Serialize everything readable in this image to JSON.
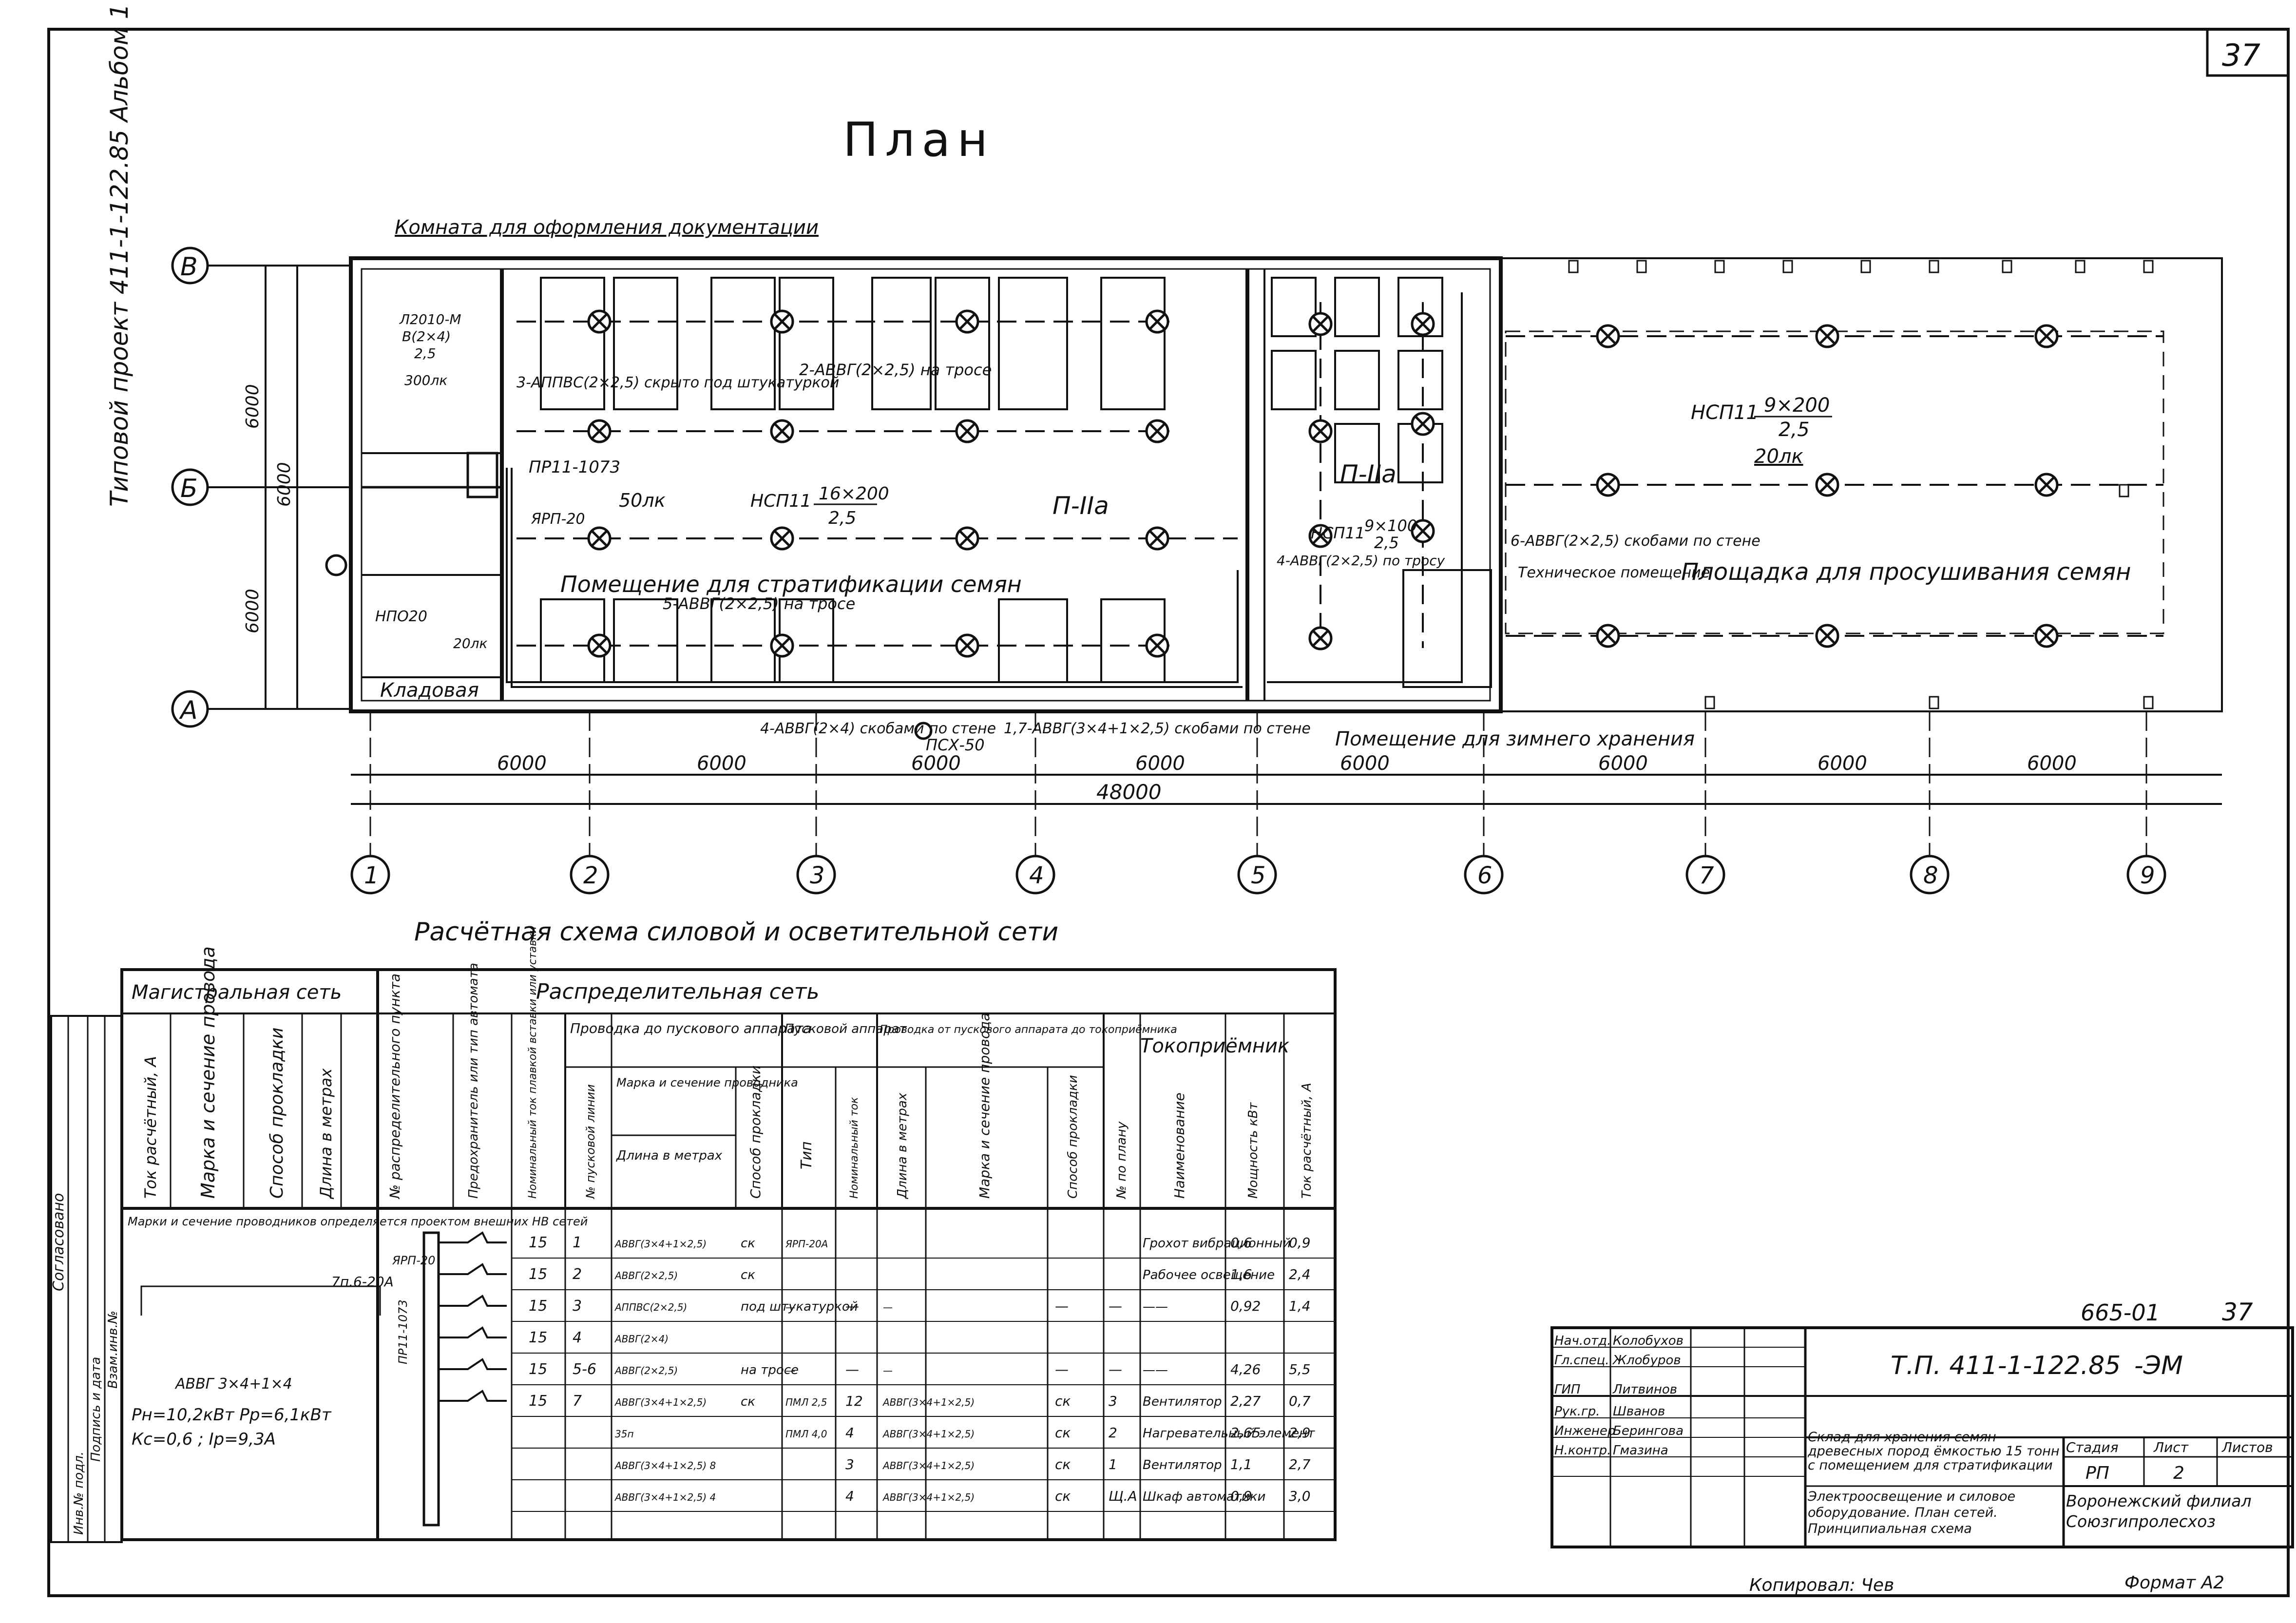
{
  "sheet_number_corner": "37",
  "side_note": "Типовой проект 411-1-122.85 Альбом 1",
  "plan": {
    "title": "План",
    "doc_room": "Комната для оформления документации",
    "storeroom": "Кладовая",
    "stratification_room": "Помещение для стратификации семян",
    "winter_storage": "Помещение для зимнего хранения",
    "drying_area": "Площадка для просушивания семян",
    "technical_room": "Техническое помещение",
    "room_class_a": "П-IIа",
    "room_class_d": "П-IIа",
    "lamp_note_main": {
      "type": "НСП11",
      "fraction": "16×200",
      "height": "2,5"
    },
    "lamp_note_winter": {
      "type": "НСП11",
      "fraction": "9×100",
      "height": "2,5"
    },
    "lamp_note_drying": {
      "type": "НСП11",
      "fraction": "9×200",
      "height": "2,5",
      "lux": "20лк"
    },
    "lux_main": "50лк",
    "panel_label": "ПР11-1073",
    "yap_label": "ЯРП-20",
    "psh_label": "ПСХ-50",
    "lamp_box_label": "НПО20",
    "cable_labels": [
      "2-АВВГ(2×2,5) на тросе",
      "3-АППВС(2×2,5) скрыто под штукатуркой",
      "5-АВВГ(2×2,5) на тросе",
      "4-АВВГ(2×4) скобами по стене",
      "1,7-АВВГ(3×4+1×2,5) скобами по стене",
      "6-АВВГ(2×2,5) скобами по стене",
      "4-АВВГ(2×2,5) по тросу"
    ],
    "left_lamp_notes": [
      "Л2010-М",
      "В(2×4)",
      "2,5",
      "300лк",
      "20лк"
    ],
    "axes_letters": [
      "В",
      "Б",
      "А"
    ],
    "axes_numbers": [
      "1",
      "2",
      "3",
      "4",
      "5",
      "6",
      "7",
      "8",
      "9"
    ],
    "dim_spans": [
      "6000",
      "6000",
      "6000",
      "6000",
      "6000",
      "6000",
      "6000",
      "6000"
    ],
    "dim_total": "48000",
    "dim_vertical": [
      "6000",
      "6000",
      "6000"
    ]
  },
  "schema": {
    "title": "Расчётная схема силовой и осветительной сети",
    "group_main": "Магистральная сеть",
    "group_dist": "Распределительная сеть",
    "col_main": [
      "Ток расчётный, А",
      "Марка и сечение провода",
      "Способ прокладки",
      "Длина в метрах"
    ],
    "col_dist": [
      "№ распределительного пункта",
      "Предохранитель или тип автомата",
      "Номинальный ток плавкой вставки или уставки",
      "№ пусковой линии"
    ],
    "subgroup_1": "Проводка до пускового аппарата",
    "sub1_cols": [
      "Марка и сечение проводника",
      "Длина в метрах",
      "Способ прокладки"
    ],
    "subgroup_2": "Пусковой аппарат",
    "sub2_cols": [
      "Тип",
      "Номинальный ток"
    ],
    "subgroup_3": "Проводка от пускового аппарата до токоприёмника",
    "sub3_cols": [
      "Длина в метрах",
      "Марка и сечение провода",
      "Способ прокладки"
    ],
    "group_load": "Токоприёмник",
    "load_cols": [
      "№ по плану",
      "Наименование",
      "Мощность кВт",
      "Ток расчётный, А"
    ],
    "main_note": "Марки и сечение проводников определяется проектом внешних НВ сетей",
    "main_cable": "АВВГ 3×4+1×4",
    "calc_line1": "Рн=10,2кВт  Рр=6,1кВт",
    "calc_line2": "Кс=0,6 ;  Iр=9,3А",
    "panel_a": "ЯРП-20",
    "panel_b": "ПР11-1073",
    "panel_num": "7п.6-20А",
    "rows": [
      {
        "fuse": "15",
        "line": "1",
        "cable": "АВВГ(3×4+1×2,5)",
        "lay": "ск",
        "dev": "ЯРП-20А",
        "len2": "",
        "cable2": "",
        "lay2": "",
        "n": "",
        "name": "Грохот вибрационный",
        "kw": "0,6",
        "a": "0,9"
      },
      {
        "fuse": "15",
        "line": "2",
        "cable": "АВВГ(2×2,5)",
        "lay": "ск",
        "dev": "",
        "len2": "",
        "cable2": "",
        "lay2": "",
        "n": "",
        "name": "Рабочее освещение",
        "kw": "1,6",
        "a": "2,4"
      },
      {
        "fuse": "15",
        "line": "3",
        "cable": "АППВС(2×2,5)",
        "lay": "под штукатуркой",
        "dev": "—",
        "len2": "—",
        "cable2": "—",
        "lay2": "—",
        "n": "—",
        "name": "——",
        "kw": "0,92",
        "a": "1,4"
      },
      {
        "fuse": "15",
        "line": "4",
        "cable": "АВВГ(2×4)",
        "lay": "",
        "dev": "",
        "len2": "",
        "cable2": "",
        "lay2": "",
        "n": "",
        "name": "",
        "kw": "",
        "a": ""
      },
      {
        "fuse": "15",
        "line": "5-6",
        "cable": "АВВГ(2×2,5)",
        "lay": "на тросе",
        "dev": "—",
        "len2": "—",
        "cable2": "—",
        "lay2": "—",
        "n": "—",
        "name": "——",
        "kw": "4,26",
        "a": "5,5"
      },
      {
        "fuse": "15",
        "line": "7",
        "cable": "АВВГ(3×4+1×2,5)",
        "lay": "ск",
        "dev": "ПМЛ 2,5",
        "len2": "12",
        "cable2": "АВВГ(3×4+1×2,5)",
        "lay2": "ск",
        "n": "3",
        "name": "Вентилятор",
        "kw": "2,27",
        "a": "0,7"
      },
      {
        "fuse": "",
        "line": "",
        "cable": "35п",
        "lay": "",
        "dev": "ПМЛ 4,0",
        "len2": "4",
        "cable2": "АВВГ(3×4+1×2,5)",
        "lay2": "ск",
        "n": "2",
        "name": "Нагревательный элемент",
        "kw": "2,65",
        "a": "2,9"
      },
      {
        "fuse": "",
        "line": "",
        "cable": "АВВГ(3×4+1×2,5) 8",
        "lay": "",
        "dev": "",
        "len2": "3",
        "cable2": "АВВГ(3×4+1×2,5)",
        "lay2": "ск",
        "n": "1",
        "name": "Вентилятор",
        "kw": "1,1",
        "a": "2,7"
      },
      {
        "fuse": "",
        "line": "",
        "cable": "АВВГ(3×4+1×2,5) 4",
        "lay": "",
        "dev": "",
        "len2": "4",
        "cable2": "АВВГ(3×4+1×2,5)",
        "lay2": "ск",
        "n": "Щ.А",
        "name": "Шкаф автоматики",
        "kw": "0,9",
        "a": "3,0"
      }
    ]
  },
  "stamp": {
    "code_top": "665-01",
    "sheet_top": "37",
    "project_code": "Т.П. 411-1-122.85",
    "mark": "-ЭМ",
    "people": [
      {
        "role": "Нач.отд.",
        "name": "Колобухов"
      },
      {
        "role": "Гл.спец.",
        "name": "Жлобуров"
      },
      {
        "role": "ГИП",
        "name": "Литвинов"
      },
      {
        "role": "Рук.гр.",
        "name": "Шванов"
      },
      {
        "role": "Инженер",
        "name": "Берингова"
      },
      {
        "role": "Н.контр.",
        "name": "Гмазина"
      }
    ],
    "object_desc": "Склад для хранения семян древесных пород ёмкостью 15 тонн с помещением для стратификации",
    "sheet_desc": "Электроосвещение и силовое оборудование. План сетей. Принципиальная схема",
    "stage_h": "Стадия",
    "sheet_h": "Лист",
    "sheets_h": "Листов",
    "stage": "РП",
    "sheet": "2",
    "sheets": "",
    "org": "Воронежский филиал Союзгипролесхоз"
  },
  "left_stamp": [
    "Согласовано",
    "Инв.№ подл.",
    "Подпись и дата",
    "Взам.инв.№"
  ],
  "footer_copied": "Копировал: Чев",
  "footer_format": "Формат А2"
}
